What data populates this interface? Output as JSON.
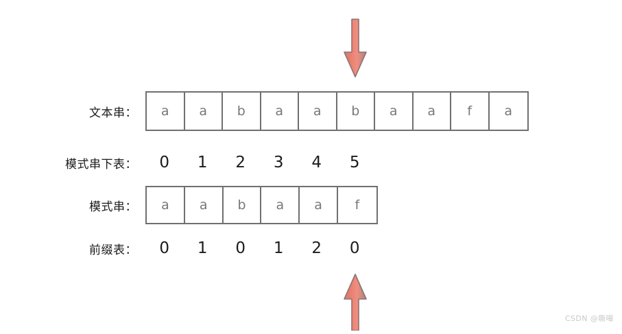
{
  "diagram": {
    "title": "KMP prefix table matching illustration",
    "background_color": "#ffffff",
    "box_border_color": "#6f6f6f",
    "cell_text_color": "#777777",
    "label_text_color": "#1b1b1b",
    "arrow_fill_color": "#ef8274",
    "arrow_stroke_color": "#8a6b6b"
  },
  "rows": {
    "text_string": {
      "label": "文本串：",
      "cells": [
        "a",
        "a",
        "b",
        "a",
        "a",
        "b",
        "a",
        "a",
        "f",
        "a"
      ]
    },
    "pattern_index": {
      "label": "模式串下表：",
      "cells": [
        "0",
        "1",
        "2",
        "3",
        "4",
        "5"
      ]
    },
    "pattern_string": {
      "label": "模式串：",
      "cells": [
        "a",
        "a",
        "b",
        "a",
        "a",
        "f"
      ]
    },
    "prefix_table": {
      "label": "前缀表：",
      "cells": [
        "0",
        "1",
        "0",
        "1",
        "2",
        "0"
      ]
    }
  },
  "annotations": {
    "top_arrow": {
      "name": "down-arrow",
      "direction": "down",
      "points_at_text_index": 5,
      "points_at_char": "b"
    },
    "bottom_arrow": {
      "name": "up-arrow",
      "direction": "up",
      "points_at_pattern_index": 5,
      "points_at_prefix_value": "0"
    }
  },
  "watermark": {
    "text": "CSDN @嘶嗥"
  }
}
